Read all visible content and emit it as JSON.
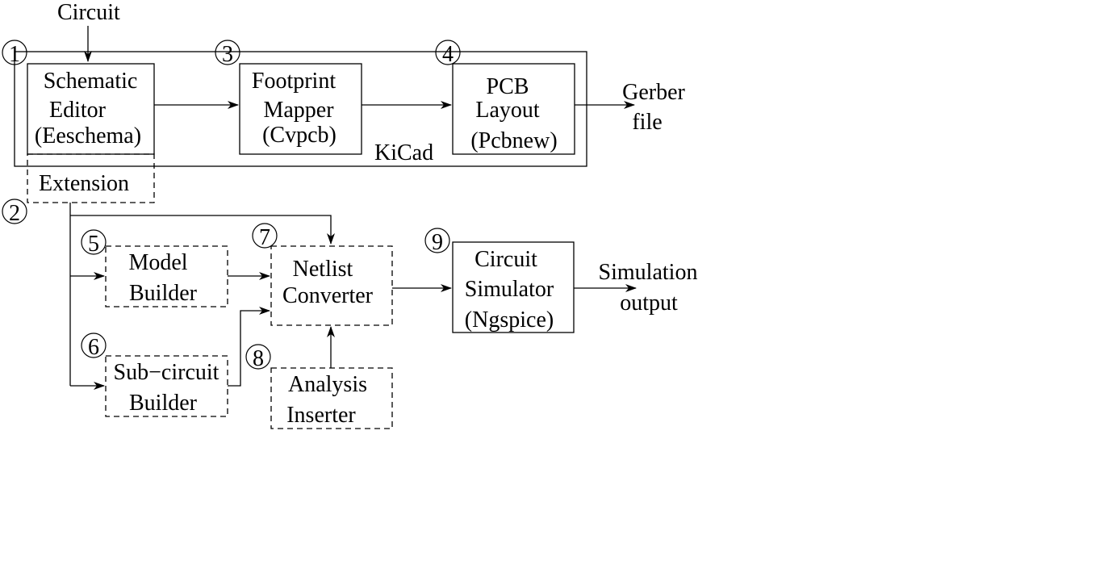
{
  "input_label": "Circuit",
  "container_label": "KiCad",
  "outputs": {
    "gerber": [
      "Gerber",
      "file"
    ],
    "simulation": [
      "Simulation",
      "output"
    ]
  },
  "blocks": {
    "schematic": {
      "number": "1",
      "lines": [
        "Schematic",
        "Editor",
        "(Eeschema)"
      ]
    },
    "extension": {
      "number": "2",
      "lines": [
        "Extension"
      ]
    },
    "footprint": {
      "number": "3",
      "lines": [
        "Footprint",
        "Mapper",
        "(Cvpcb)"
      ]
    },
    "pcb": {
      "number": "4",
      "lines": [
        "PCB",
        "Layout",
        "(Pcbnew)"
      ]
    },
    "model": {
      "number": "5",
      "lines": [
        "Model",
        "Builder"
      ]
    },
    "subcircuit": {
      "number": "6",
      "lines": [
        "Sub−circuit",
        "Builder"
      ]
    },
    "netlist": {
      "number": "7",
      "lines": [
        "Netlist",
        "Converter"
      ]
    },
    "analysis": {
      "number": "8",
      "lines": [
        "Analysis",
        "Inserter"
      ]
    },
    "simulator": {
      "number": "9",
      "lines": [
        "Circuit",
        "Simulator",
        "(Ngspice)"
      ]
    }
  }
}
